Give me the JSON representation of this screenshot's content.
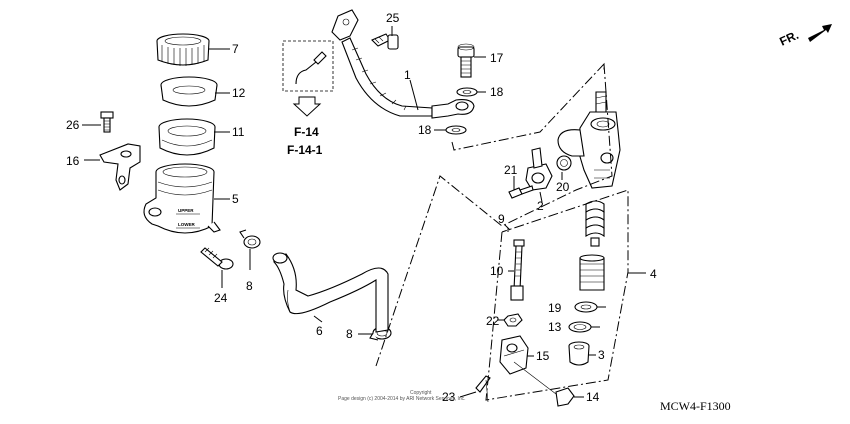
{
  "direction_marker": "FR.",
  "diagram_code": "MCW4-F1300",
  "references": [
    "F-14",
    "F-14-1"
  ],
  "copyright": [
    "Copyright",
    "Page design (c) 2004-2014 by ARI Network Services, Inc."
  ],
  "reservoir_text": [
    "UPPER",
    "LOWER"
  ],
  "callouts": [
    "25",
    "7",
    "17",
    "1",
    "18",
    "12",
    "26",
    "11",
    "18",
    "16",
    "21",
    "20",
    "5",
    "2",
    "9",
    "4",
    "10",
    "8",
    "24",
    "19",
    "6",
    "22",
    "13",
    "8",
    "15",
    "3",
    "23",
    "14"
  ],
  "icons": [
    "arrow-right-icon",
    "arrow-down-icon"
  ]
}
